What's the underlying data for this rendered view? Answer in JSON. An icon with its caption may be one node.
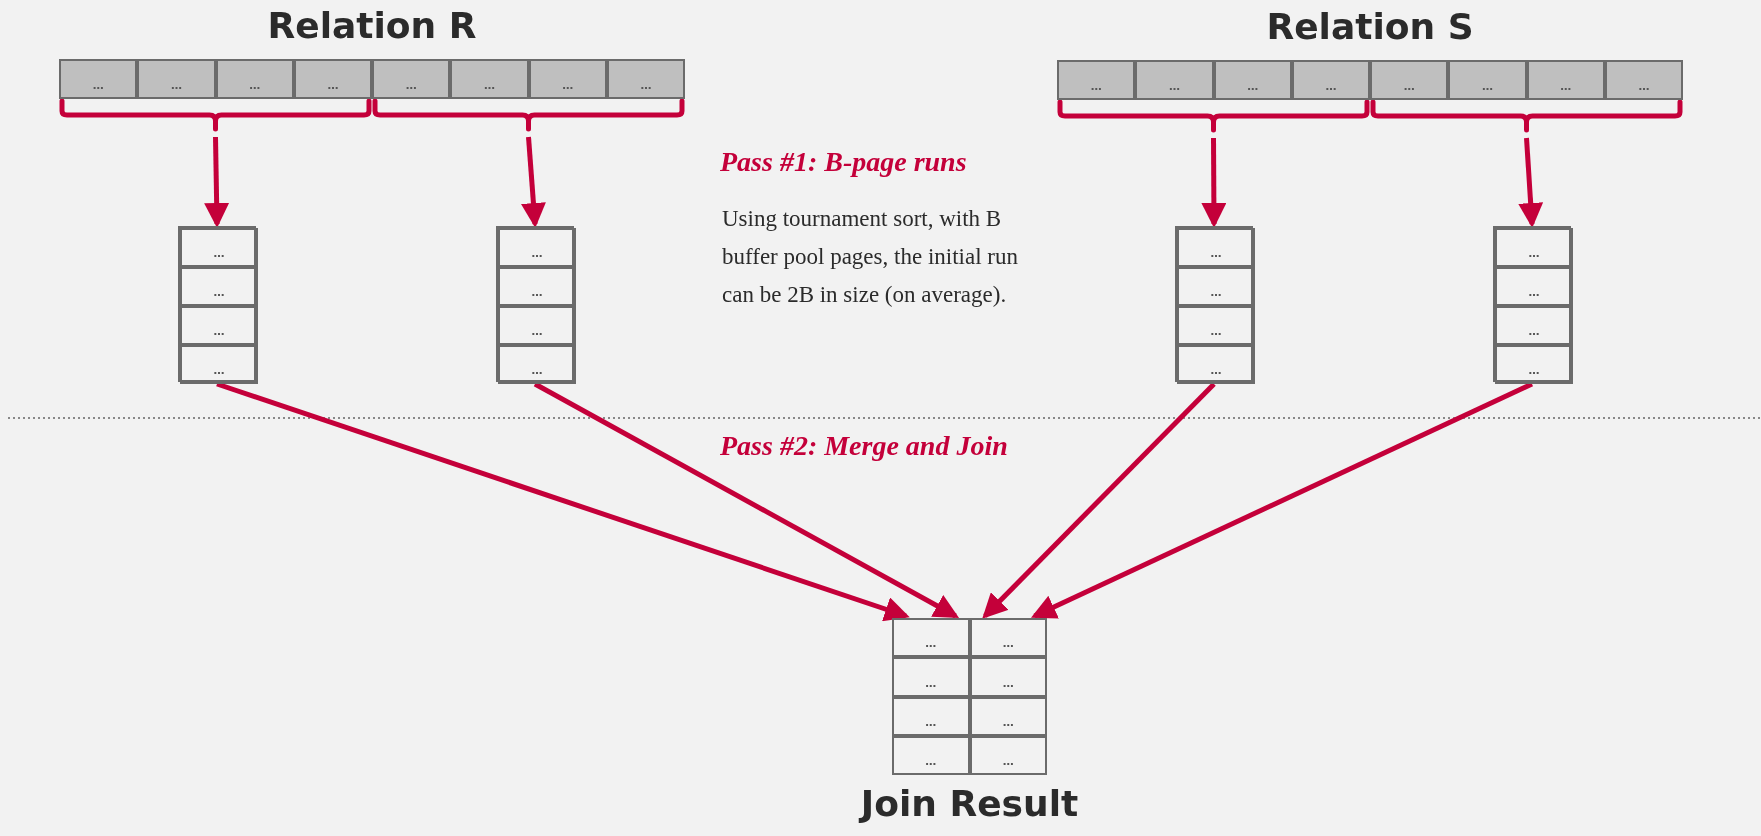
{
  "diagram": {
    "nodes": [
      {
        "text": [
          "Relation R"
        ]
      },
      {
        "text": [],
        "shape": "bracket",
        "in": 0
      },
      {
        "text": [
          "…"
        ],
        "in": 1
      },
      {
        "text": [
          "…"
        ],
        "in": 1
      },
      {
        "text": [
          "…"
        ],
        "in": 1
      },
      {
        "text": [
          "…"
        ],
        "in": 1
      },
      {
        "text": [],
        "shape": "bracket",
        "in": 0
      },
      {
        "text": [
          "…"
        ],
        "in": 6
      },
      {
        "text": [
          "…"
        ],
        "in": 6
      },
      {
        "text": [
          "…"
        ],
        "in": 6
      },
      {
        "text": [
          "…"
        ],
        "in": 6
      },
      {
        "text": [
          "Relation S"
        ]
      },
      {
        "text": [],
        "shape": "bracket",
        "in": 11
      },
      {
        "text": [
          "…"
        ],
        "in": 12
      },
      {
        "text": [
          "…"
        ],
        "in": 12
      },
      {
        "text": [
          "…"
        ],
        "in": 12
      },
      {
        "text": [
          "…"
        ],
        "in": 12
      },
      {
        "text": [],
        "shape": "bracket",
        "in": 11
      },
      {
        "text": [
          "…"
        ],
        "in": 17
      },
      {
        "text": [
          "…"
        ],
        "in": 17
      },
      {
        "text": [
          "…"
        ],
        "in": 17
      },
      {
        "text": [
          "…"
        ],
        "in": 17
      },
      {
        "text": [],
        "shape": "box"
      },
      {
        "text": [
          "…"
        ],
        "in": 22
      },
      {
        "text": [
          "…"
        ],
        "in": 22
      },
      {
        "text": [
          "…"
        ],
        "in": 22
      },
      {
        "text": [
          "…"
        ],
        "in": 22
      },
      {
        "text": [],
        "shape": "box"
      },
      {
        "text": [
          "…"
        ],
        "in": 27
      },
      {
        "text": [
          "…"
        ],
        "in": 27
      },
      {
        "text": [
          "…"
        ],
        "in": 27
      },
      {
        "text": [
          "…"
        ],
        "in": 27
      },
      {
        "text": [],
        "shape": "box"
      },
      {
        "text": [
          "…"
        ],
        "in": 32
      },
      {
        "text": [
          "…"
        ],
        "in": 32
      },
      {
        "text": [
          "…"
        ],
        "in": 32
      },
      {
        "text": [
          "…"
        ],
        "in": 32
      },
      {
        "text": [],
        "shape": "box"
      },
      {
        "text": [
          "…"
        ],
        "in": 37
      },
      {
        "text": [
          "…"
        ],
        "in": 37
      },
      {
        "text": [
          "…"
        ],
        "in": 37
      },
      {
        "text": [
          "…"
        ],
        "in": 37
      },
      {
        "text": [
          "Join Result"
        ]
      },
      {
        "text": [
          "…"
        ],
        "in": 42
      },
      {
        "text": [
          "…"
        ],
        "in": 42
      },
      {
        "text": [
          "…"
        ],
        "in": 42
      },
      {
        "text": [
          "…"
        ],
        "in": 42
      },
      {
        "text": [
          "…"
        ],
        "in": 42
      },
      {
        "text": [
          "…"
        ],
        "in": 42
      },
      {
        "text": [
          "…"
        ],
        "in": 42
      },
      {
        "text": [
          "…"
        ],
        "in": 42
      }
    ],
    "edges": [
      {
        "from": 1,
        "to": 22,
        "arrow": "to"
      },
      {
        "from": 6,
        "to": 27,
        "arrow": "to"
      },
      {
        "from": 12,
        "to": 32,
        "arrow": "to"
      },
      {
        "from": 17,
        "to": 37,
        "arrow": "to"
      },
      {
        "from": 22,
        "to": 42,
        "arrow": "to"
      },
      {
        "from": 27,
        "to": 42,
        "arrow": "to"
      },
      {
        "from": 32,
        "to": 42,
        "arrow": "to"
      },
      {
        "from": 37,
        "to": 42,
        "arrow": "to"
      }
    ],
    "labels": [
      "Pass #1: B-page runs",
      "Using tournament sort, with B buffer pool pages, the initial run can be 2B in size (on average).",
      "Pass #2: Merge and Join"
    ]
  }
}
